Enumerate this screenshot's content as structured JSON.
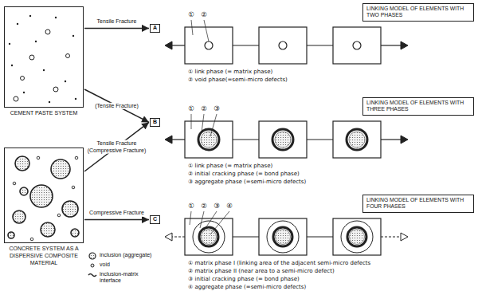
{
  "diagram": {
    "nodes": [
      {
        "text": [
          "CEMENT PASTE SYSTEM"
        ]
      },
      {
        "text": [
          "CONCRETE SYSTEM AS A DISPERSIVE COMPOSITE MATERIAL"
        ]
      },
      {
        "text": [
          "A"
        ]
      },
      {
        "text": [
          "LINKING MODEL OF ELEMENTS WITH TWO PHASES"
        ]
      },
      {
        "text": [
          "B"
        ]
      },
      {
        "text": [
          "LINKING MODEL OF ELEMENTS WITH THREE PHASES"
        ]
      },
      {
        "text": [
          "C"
        ]
      },
      {
        "text": [
          "LINKING MODEL OF ELEMENTS WITH FOUR PHASES"
        ]
      }
    ],
    "edges": [
      {
        "from": 0,
        "to": 2,
        "arrow": "to",
        "label": "Tensile Fracture"
      },
      {
        "from": 0,
        "to": 4,
        "arrow": "to",
        "label": "(Tensile Fracture)"
      },
      {
        "from": 1,
        "to": 4,
        "arrow": "to",
        "label": "Tensile Fracture (Compressive Fracture)"
      },
      {
        "from": 1,
        "to": 6,
        "arrow": "to",
        "label": "Compressive Fracture"
      }
    ],
    "labels": [
      "①",
      "②",
      "① link phase (= matrix phase)",
      "② void phase(=semi-micro defects)",
      "①",
      "②",
      "③",
      "① link phase (= matrix phase)",
      "② initial cracking phase (= bond phase)",
      "③ aggregate phase (=semi-micro defects)",
      "①",
      "②",
      "③",
      "④",
      "① matrix phase I (linking area of the adjacent semi-micro defects",
      "② matrix phase II (near area to a semi-micro defect)",
      "③ initial cracking phase (= bond phase)",
      "④ aggregate phase (=semi-micro defects)"
    ],
    "legend": [
      {
        "text": "inclusion (aggregate)"
      },
      {
        "text": "void"
      },
      {
        "text": "inclusion-matrix interface"
      }
    ]
  }
}
